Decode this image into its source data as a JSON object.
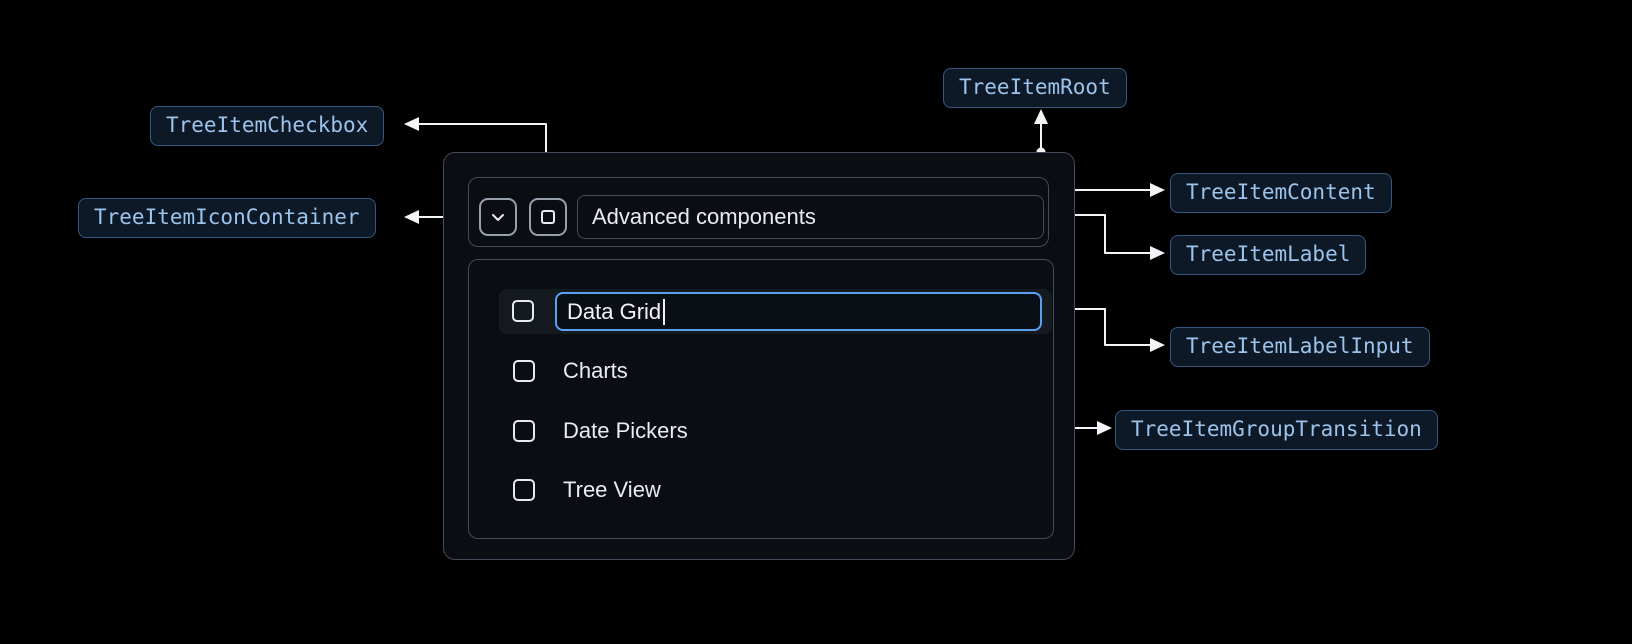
{
  "anatomy": {
    "root": "TreeItemRoot",
    "checkbox": "TreeItemCheckbox",
    "icon_container": "TreeItemIconContainer",
    "content": "TreeItemContent",
    "label": "TreeItemLabel",
    "label_input": "TreeItemLabelInput",
    "group_transition": "TreeItemGroupTransition"
  },
  "tree": {
    "parent_label": "Advanced components",
    "edit_value": "Data Grid",
    "items": [
      {
        "label": "Data Grid"
      },
      {
        "label": "Charts"
      },
      {
        "label": "Date Pickers"
      },
      {
        "label": "Tree View"
      }
    ]
  },
  "colors": {
    "background": "#000000",
    "panel_border": "#414b59",
    "accent_input_border": "#66b2ff",
    "callout_text": "#99ccf3",
    "callout_border": "#37577f",
    "callout_bg": "#0d1926",
    "connector": "#f2f4f7"
  }
}
